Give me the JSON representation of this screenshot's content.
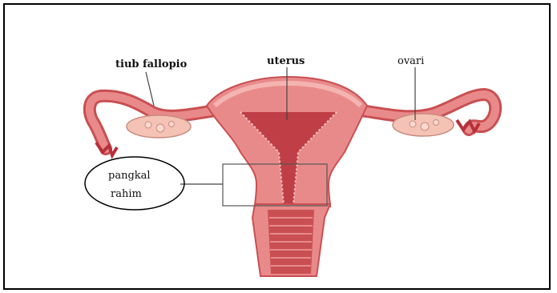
{
  "labels": {
    "fallopian_tube": "tiub fallopio",
    "uterus": "uterus",
    "ovary": "ovari",
    "cervix_line1": "pangkal",
    "cervix_line2": "rahim"
  },
  "colors": {
    "tissue": "#e98a8a",
    "tissue_dark": "#c94f52",
    "tissue_light": "#f4b4b1",
    "cavity": "#b8303a",
    "ovary": "#f5c3b5",
    "leader": "#444444"
  }
}
